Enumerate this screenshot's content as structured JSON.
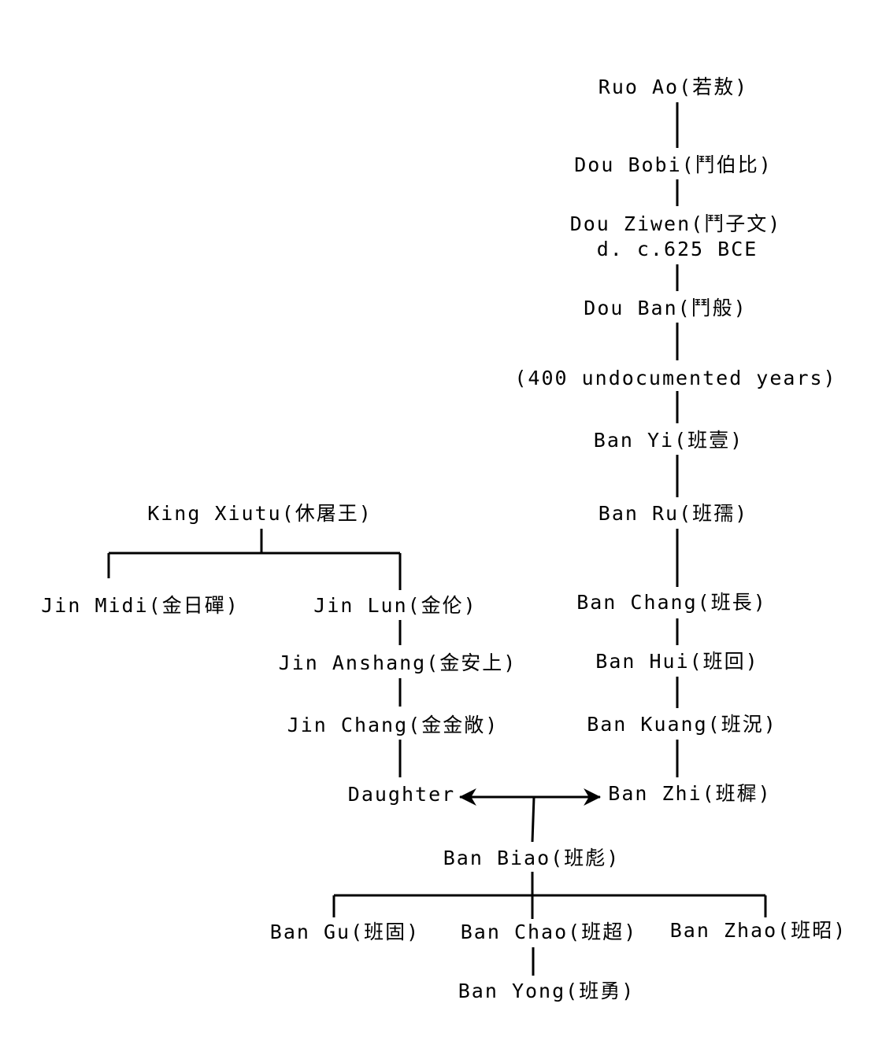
{
  "diagram": {
    "type": "family-tree",
    "nodes": {
      "ruo_ao": "Ruo Ao(若敖)",
      "dou_bobi": "Dou Bobi(鬥伯比)",
      "dou_ziwen": "Dou Ziwen(鬥子文)",
      "dou_ziwen_dates": "d. c.625 BCE",
      "dou_ban": "Dou Ban(鬥般)",
      "gap": "(400 undocumented years)",
      "ban_yi": "Ban Yi(班壹)",
      "ban_ru": "Ban Ru(班孺)",
      "ban_chang": "Ban Chang(班長)",
      "ban_hui": "Ban Hui(班回)",
      "ban_kuang": "Ban Kuang(班況)",
      "ban_zhi": "Ban Zhi(班穉)",
      "king_xiutu": "King Xiutu(休屠王)",
      "jin_midi": "Jin Midi(金日磾)",
      "jin_lun": "Jin Lun(金伦)",
      "jin_anshang": "Jin Anshang(金安上)",
      "jin_chang": "Jin Chang(金金敞)",
      "daughter": "Daughter",
      "ban_biao": "Ban Biao(班彪)",
      "ban_gu": "Ban Gu(班固)",
      "ban_chao": "Ban Chao(班超)",
      "ban_zhao": "Ban Zhao(班昭)",
      "ban_yong": "Ban Yong(班勇)"
    }
  }
}
